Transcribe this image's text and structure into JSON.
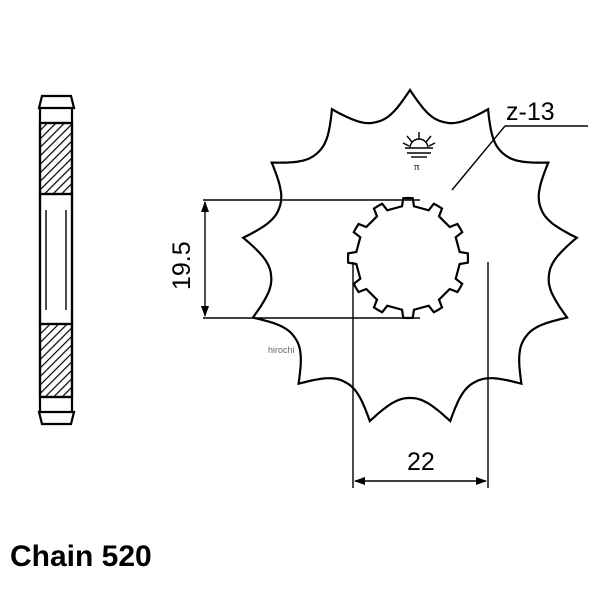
{
  "labels": {
    "tooth_count": "z-13",
    "spline_dimension": "19.5",
    "bore_dimension": "22",
    "watermark": "hirochi",
    "caption": "Chain 520"
  },
  "sprocket": {
    "teeth": 13,
    "spline_teeth": 12
  },
  "icons": [
    "sun-logo-icon"
  ]
}
